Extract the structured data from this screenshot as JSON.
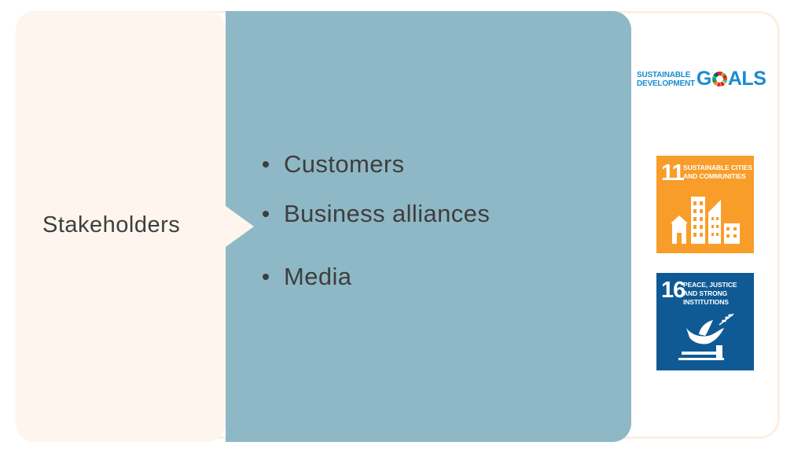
{
  "left": {
    "label": "Stakeholders"
  },
  "bullets": [
    "Customers",
    "Business alliances",
    "Media"
  ],
  "sdg_logo": {
    "line1": "SUSTAINABLE",
    "line2": "DEVELOPMENT",
    "big_pre": "G",
    "big_post": "ALS",
    "color": "#1a8ccf"
  },
  "goals": [
    {
      "number": "11",
      "title": "SUSTAINABLE CITIES AND COMMUNITIES",
      "icon": "city-buildings-icon",
      "color": "#f89d2a"
    },
    {
      "number": "16",
      "title": "PEACE, JUSTICE AND STRONG INSTITUTIONS",
      "icon": "dove-gavel-icon",
      "color": "#0f5a95"
    }
  ],
  "colors": {
    "left_panel": "#fdf5ee",
    "middle_panel": "#8fb8c6",
    "text": "#3e3e3e"
  }
}
